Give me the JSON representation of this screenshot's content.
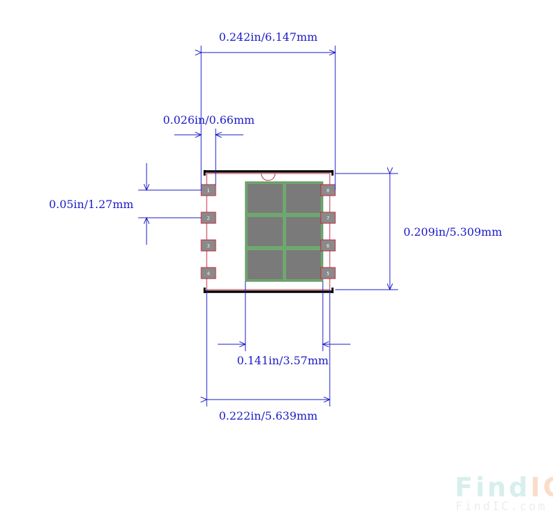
{
  "dimensions": {
    "overall_width": "0.242in/6.147mm",
    "pad_width": "0.026in/0.66mm",
    "pitch": "0.05in/1.27mm",
    "body_height": "0.209in/5.309mm",
    "thermal_pad_width": "0.141in/3.57mm",
    "body_width": "0.222in/5.639mm"
  },
  "pins": {
    "left": [
      "1",
      "2",
      "3",
      "4"
    ],
    "right": [
      "8",
      "7",
      "6",
      "5"
    ]
  },
  "watermark": {
    "logo_find": "Find",
    "logo_ic": "IC",
    "site": "FindIC.com"
  },
  "colors": {
    "dimension": "#1a1ac8",
    "outline": "#c0283c",
    "pad_fill": "#8a8a8a",
    "thermal_pad": "#6fa86f",
    "body_edge": "#000000"
  }
}
